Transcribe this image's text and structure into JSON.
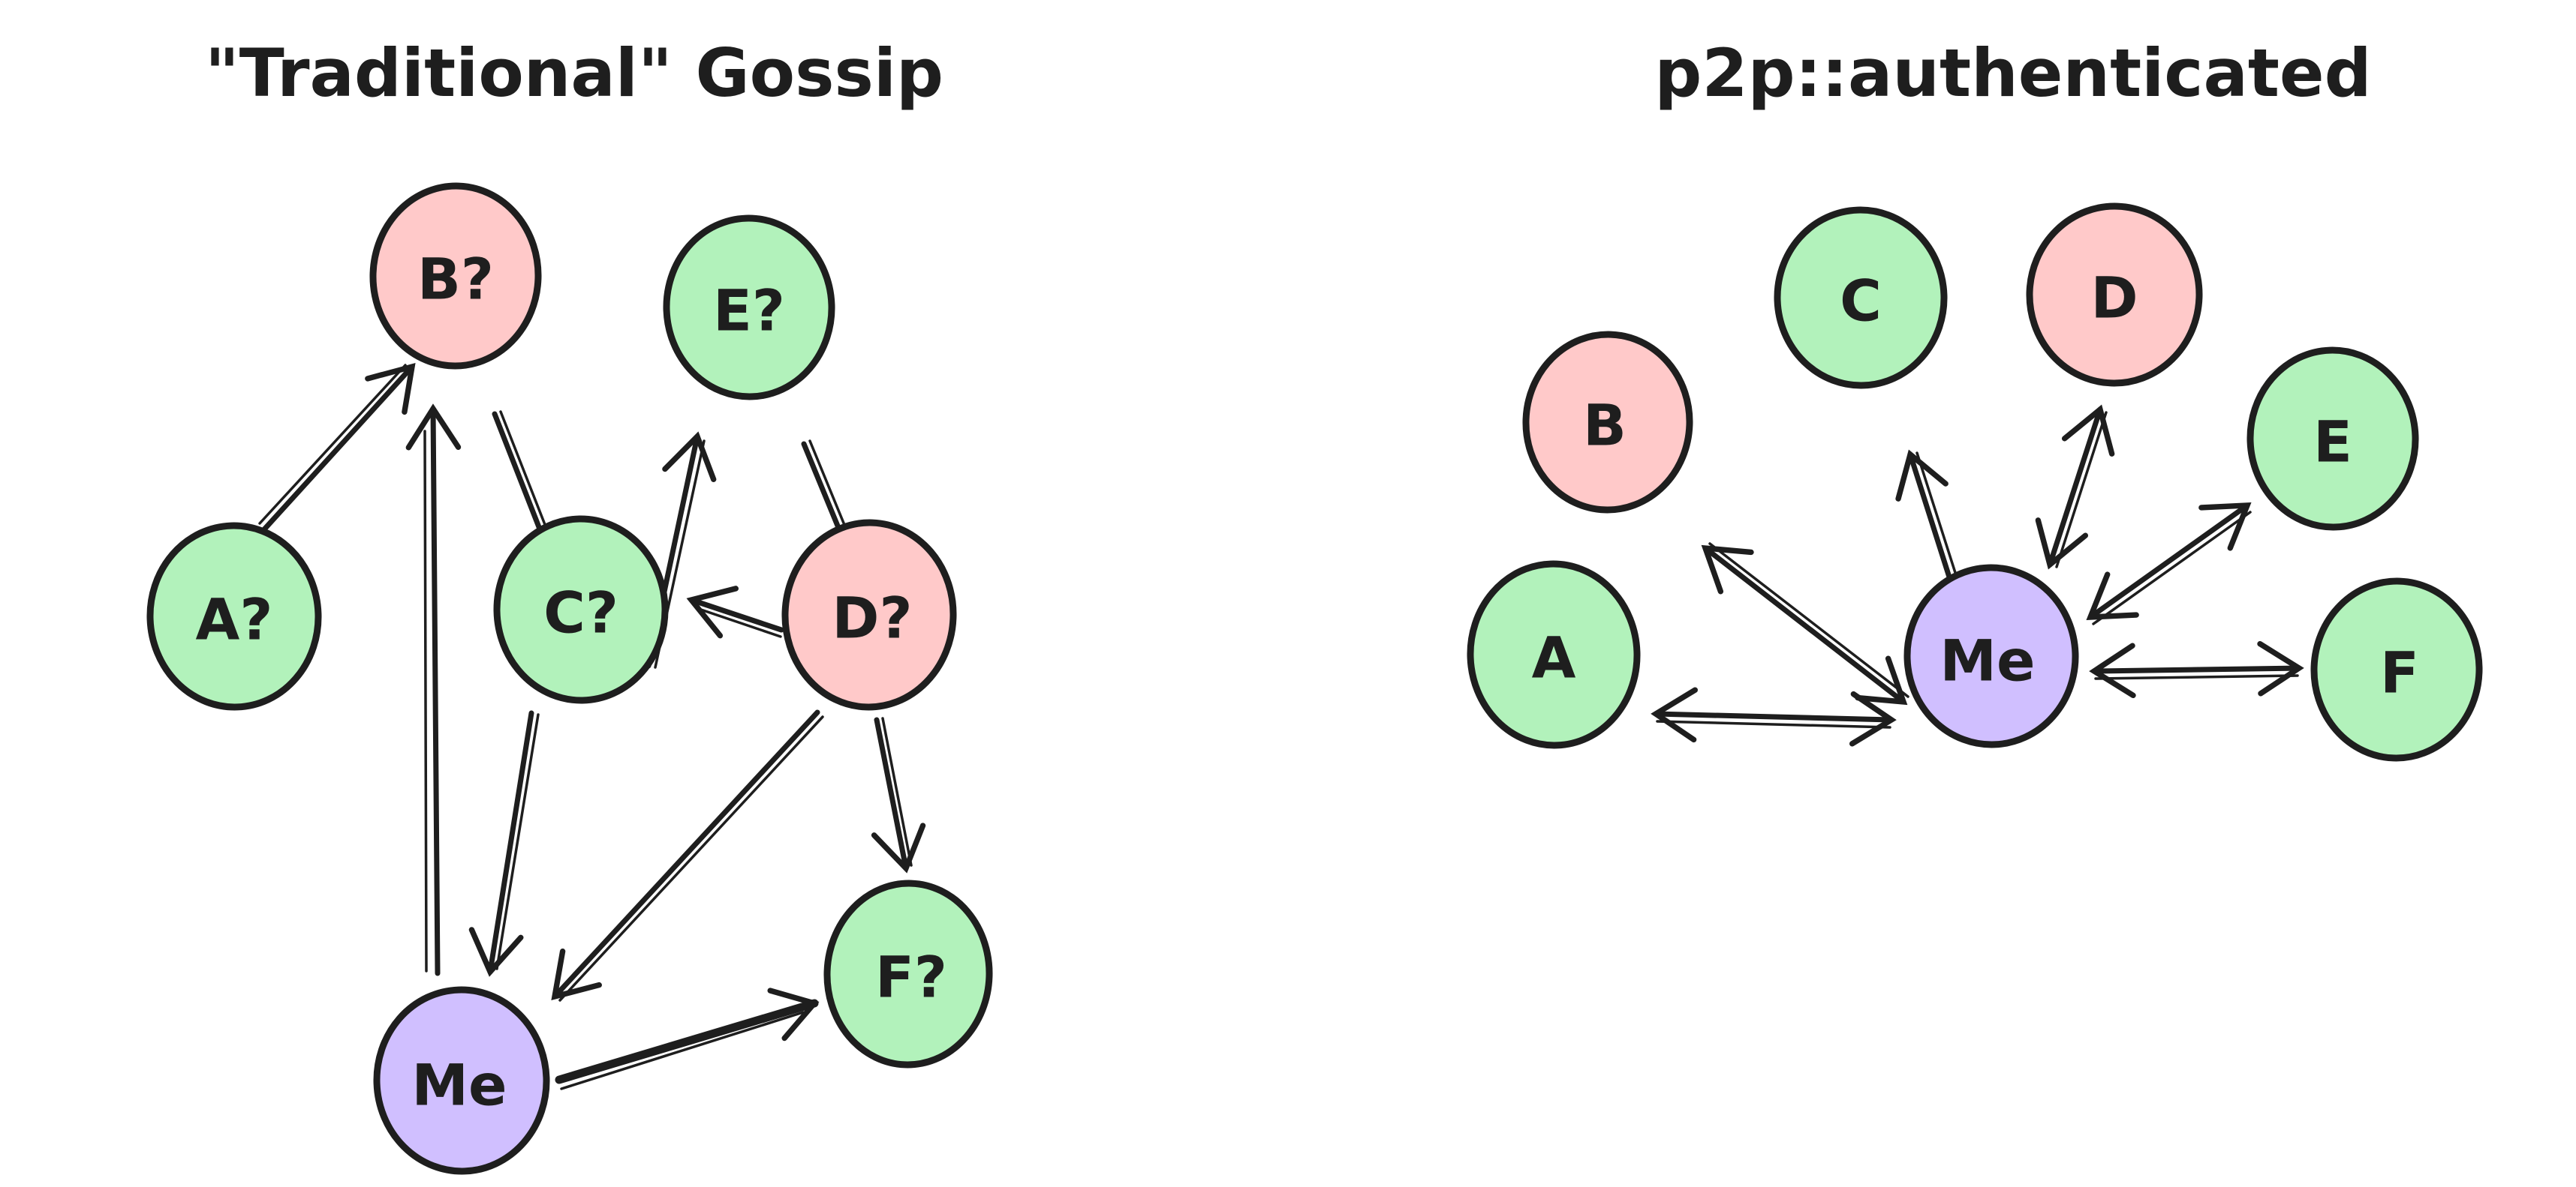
{
  "palette": {
    "ink": "#1e1e1e",
    "green": "#b2f2bb",
    "pink": "#ffc9c9",
    "purple": "#d0bfff",
    "background": "#ffffff"
  },
  "left": {
    "title": "\"Traditional\" Gossip",
    "nodes": [
      {
        "id": "A",
        "label": "A?",
        "color": "green"
      },
      {
        "id": "B",
        "label": "B?",
        "color": "pink"
      },
      {
        "id": "C",
        "label": "C?",
        "color": "green"
      },
      {
        "id": "D",
        "label": "D?",
        "color": "pink"
      },
      {
        "id": "E",
        "label": "E?",
        "color": "green"
      },
      {
        "id": "F",
        "label": "F?",
        "color": "green"
      },
      {
        "id": "Me",
        "label": "Me",
        "color": "purple"
      }
    ],
    "edges": [
      {
        "from": "A?",
        "to": "B?",
        "bidirectional": false
      },
      {
        "from": "Me",
        "to": "B?",
        "bidirectional": false
      },
      {
        "from": "B?",
        "to": "C?",
        "bidirectional": false
      },
      {
        "from": "C?",
        "to": "E?",
        "bidirectional": false
      },
      {
        "from": "E?",
        "to": "D?",
        "bidirectional": false
      },
      {
        "from": "D?",
        "to": "C?",
        "bidirectional": false
      },
      {
        "from": "C?",
        "to": "Me",
        "bidirectional": false
      },
      {
        "from": "D?",
        "to": "Me",
        "bidirectional": false
      },
      {
        "from": "D?",
        "to": "F?",
        "bidirectional": false
      },
      {
        "from": "Me",
        "to": "F?",
        "bidirectional": false
      }
    ]
  },
  "right": {
    "title": "p2p::authenticated",
    "nodes": [
      {
        "id": "A",
        "label": "A",
        "color": "green"
      },
      {
        "id": "B",
        "label": "B",
        "color": "pink"
      },
      {
        "id": "C",
        "label": "C",
        "color": "green"
      },
      {
        "id": "D",
        "label": "D",
        "color": "pink"
      },
      {
        "id": "E",
        "label": "E",
        "color": "green"
      },
      {
        "id": "F",
        "label": "F",
        "color": "green"
      },
      {
        "id": "Me",
        "label": "Me",
        "color": "purple"
      }
    ],
    "edges": [
      {
        "from": "Me",
        "to": "A",
        "bidirectional": true
      },
      {
        "from": "Me",
        "to": "B",
        "bidirectional": true
      },
      {
        "from": "Me",
        "to": "C",
        "bidirectional": true
      },
      {
        "from": "Me",
        "to": "D",
        "bidirectional": true
      },
      {
        "from": "Me",
        "to": "E",
        "bidirectional": true
      },
      {
        "from": "Me",
        "to": "F",
        "bidirectional": true
      }
    ]
  }
}
